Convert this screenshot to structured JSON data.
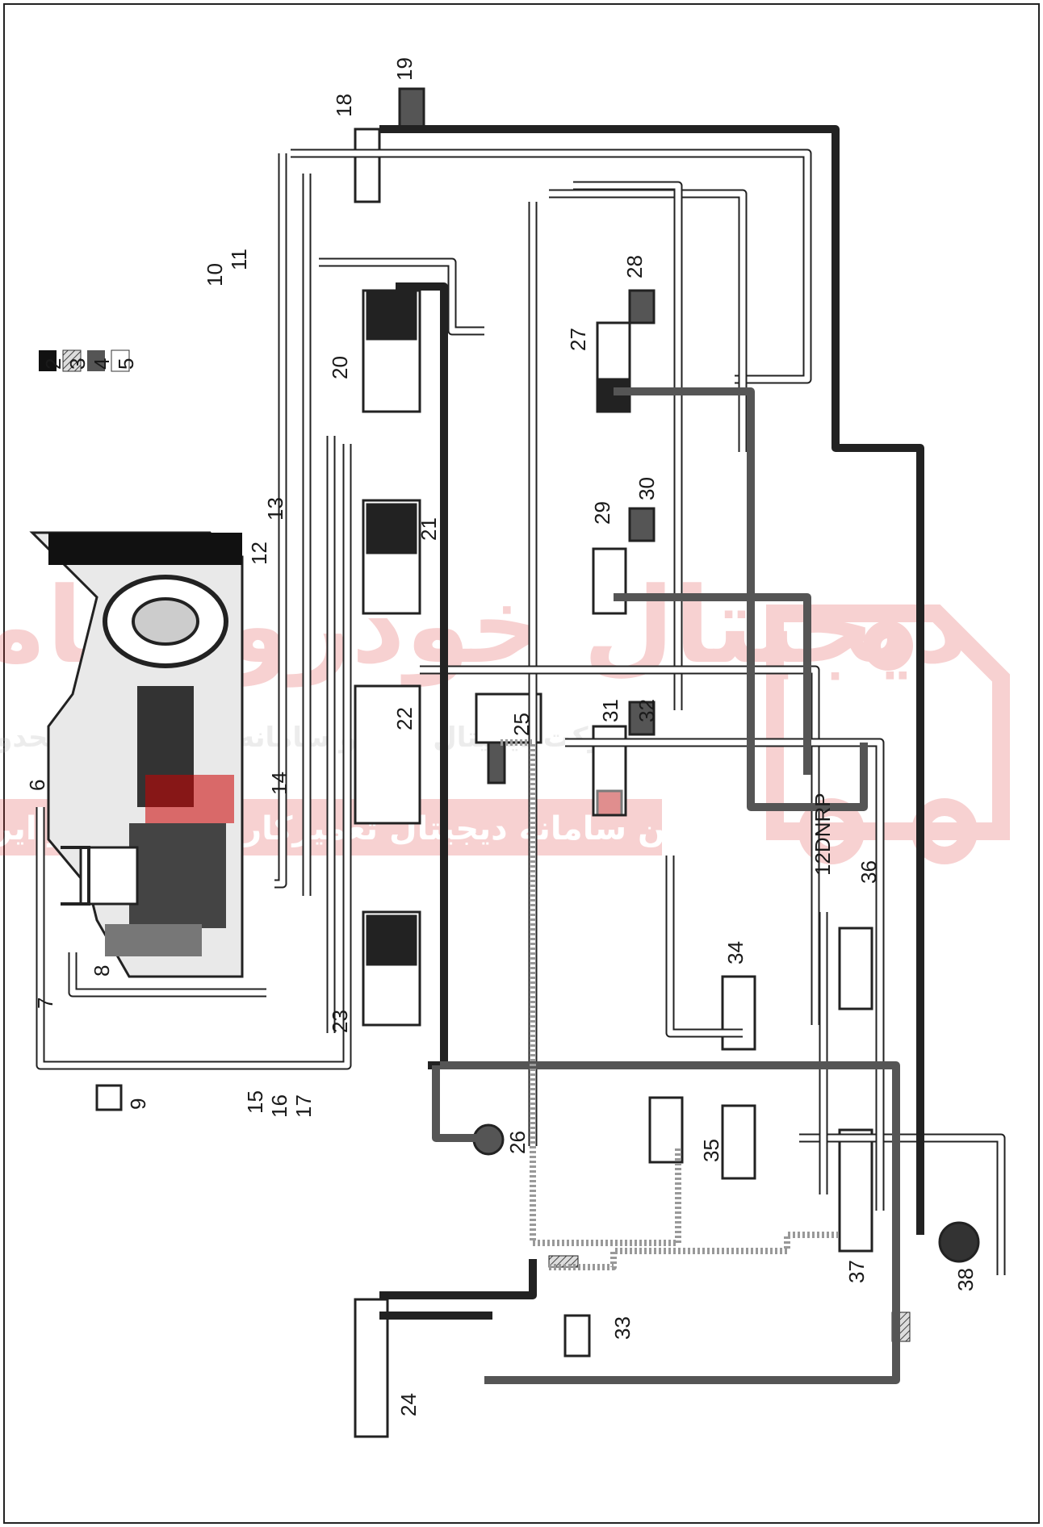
{
  "labels": {
    "n2": "2",
    "n3": "3",
    "n4": "4",
    "n5": "5",
    "n6": "6",
    "n7": "7",
    "n8": "8",
    "n9": "9",
    "n10": "10",
    "n11": "11",
    "n12": "12",
    "n13": "13",
    "n14": "14",
    "n15": "15",
    "n16": "16",
    "n17": "17",
    "n18": "18",
    "n19": "19",
    "n20": "20",
    "n21": "21",
    "n22": "22",
    "n23": "23",
    "n24": "24",
    "n25": "25",
    "n26": "26",
    "n27": "27",
    "n28": "28",
    "n29": "29",
    "n30": "30",
    "n31": "31",
    "n32": "32",
    "n33": "33",
    "n34": "34",
    "n35": "35",
    "n36": "36",
    "n37": "37",
    "n38": "38"
  },
  "selector_positions": "12DNRP",
  "watermark": {
    "line1": "دیجیتال خودرو سامانه",
    "line2": "شرکت دیجیتال خودرو سامانه با مسئولیت محدود",
    "line3": "اولین سامانه دیجیتال تعمیرکاران خودرو در ایران"
  },
  "legend_colors": {
    "line_pressure_2": "#111111",
    "hatched_3": "#888888",
    "dark_4": "#444444",
    "open_5": "#ffffff"
  }
}
